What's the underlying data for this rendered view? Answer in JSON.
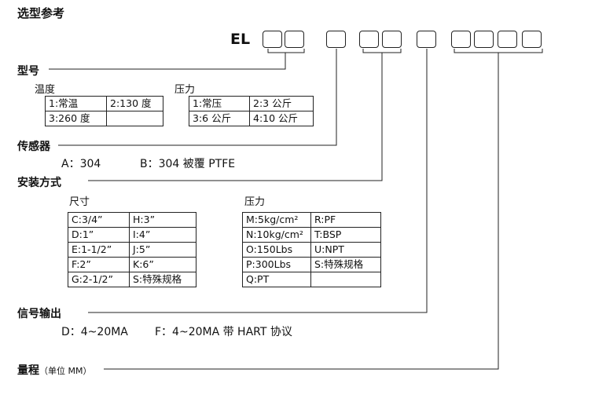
{
  "title": "选型参考",
  "code": {
    "prefix": "EL"
  },
  "model": {
    "label": "型号",
    "temperature": {
      "label": "温度",
      "rows": [
        [
          "1:常温",
          "2:130 度"
        ],
        [
          "3:260 度",
          ""
        ]
      ]
    },
    "pressure": {
      "label": "压力",
      "rows": [
        [
          "1:常压",
          "2:3 公斤"
        ],
        [
          "3:6 公斤",
          "4:10 公斤"
        ]
      ]
    }
  },
  "sensor": {
    "label": "传感器",
    "option_a": "A：304",
    "option_b": "B：304 被覆 PTFE"
  },
  "mounting": {
    "label": "安装方式",
    "size": {
      "label": "尺寸",
      "rows": [
        [
          "C:3/4”",
          "H:3”"
        ],
        [
          "D:1”",
          "I:4”"
        ],
        [
          "E:1-1/2”",
          "J:5”"
        ],
        [
          "F:2”",
          "K:6”"
        ],
        [
          "G:2-1/2”",
          "S:特殊规格"
        ]
      ]
    },
    "pressure": {
      "label": "压力",
      "rows": [
        [
          "M:5kg/cm²",
          "R:PF"
        ],
        [
          "N:10kg/cm²",
          "T:BSP"
        ],
        [
          "O:150Lbs",
          "U:NPT"
        ],
        [
          "P:300Lbs",
          "S:特殊规格"
        ],
        [
          "Q:PT",
          ""
        ]
      ]
    }
  },
  "signal": {
    "label": "信号输出",
    "option_d": "D：4~20MA",
    "option_f": "F：4~20MA 带 HART 协议"
  },
  "range": {
    "label": "量程",
    "unit_note": "（单位 MM）"
  }
}
